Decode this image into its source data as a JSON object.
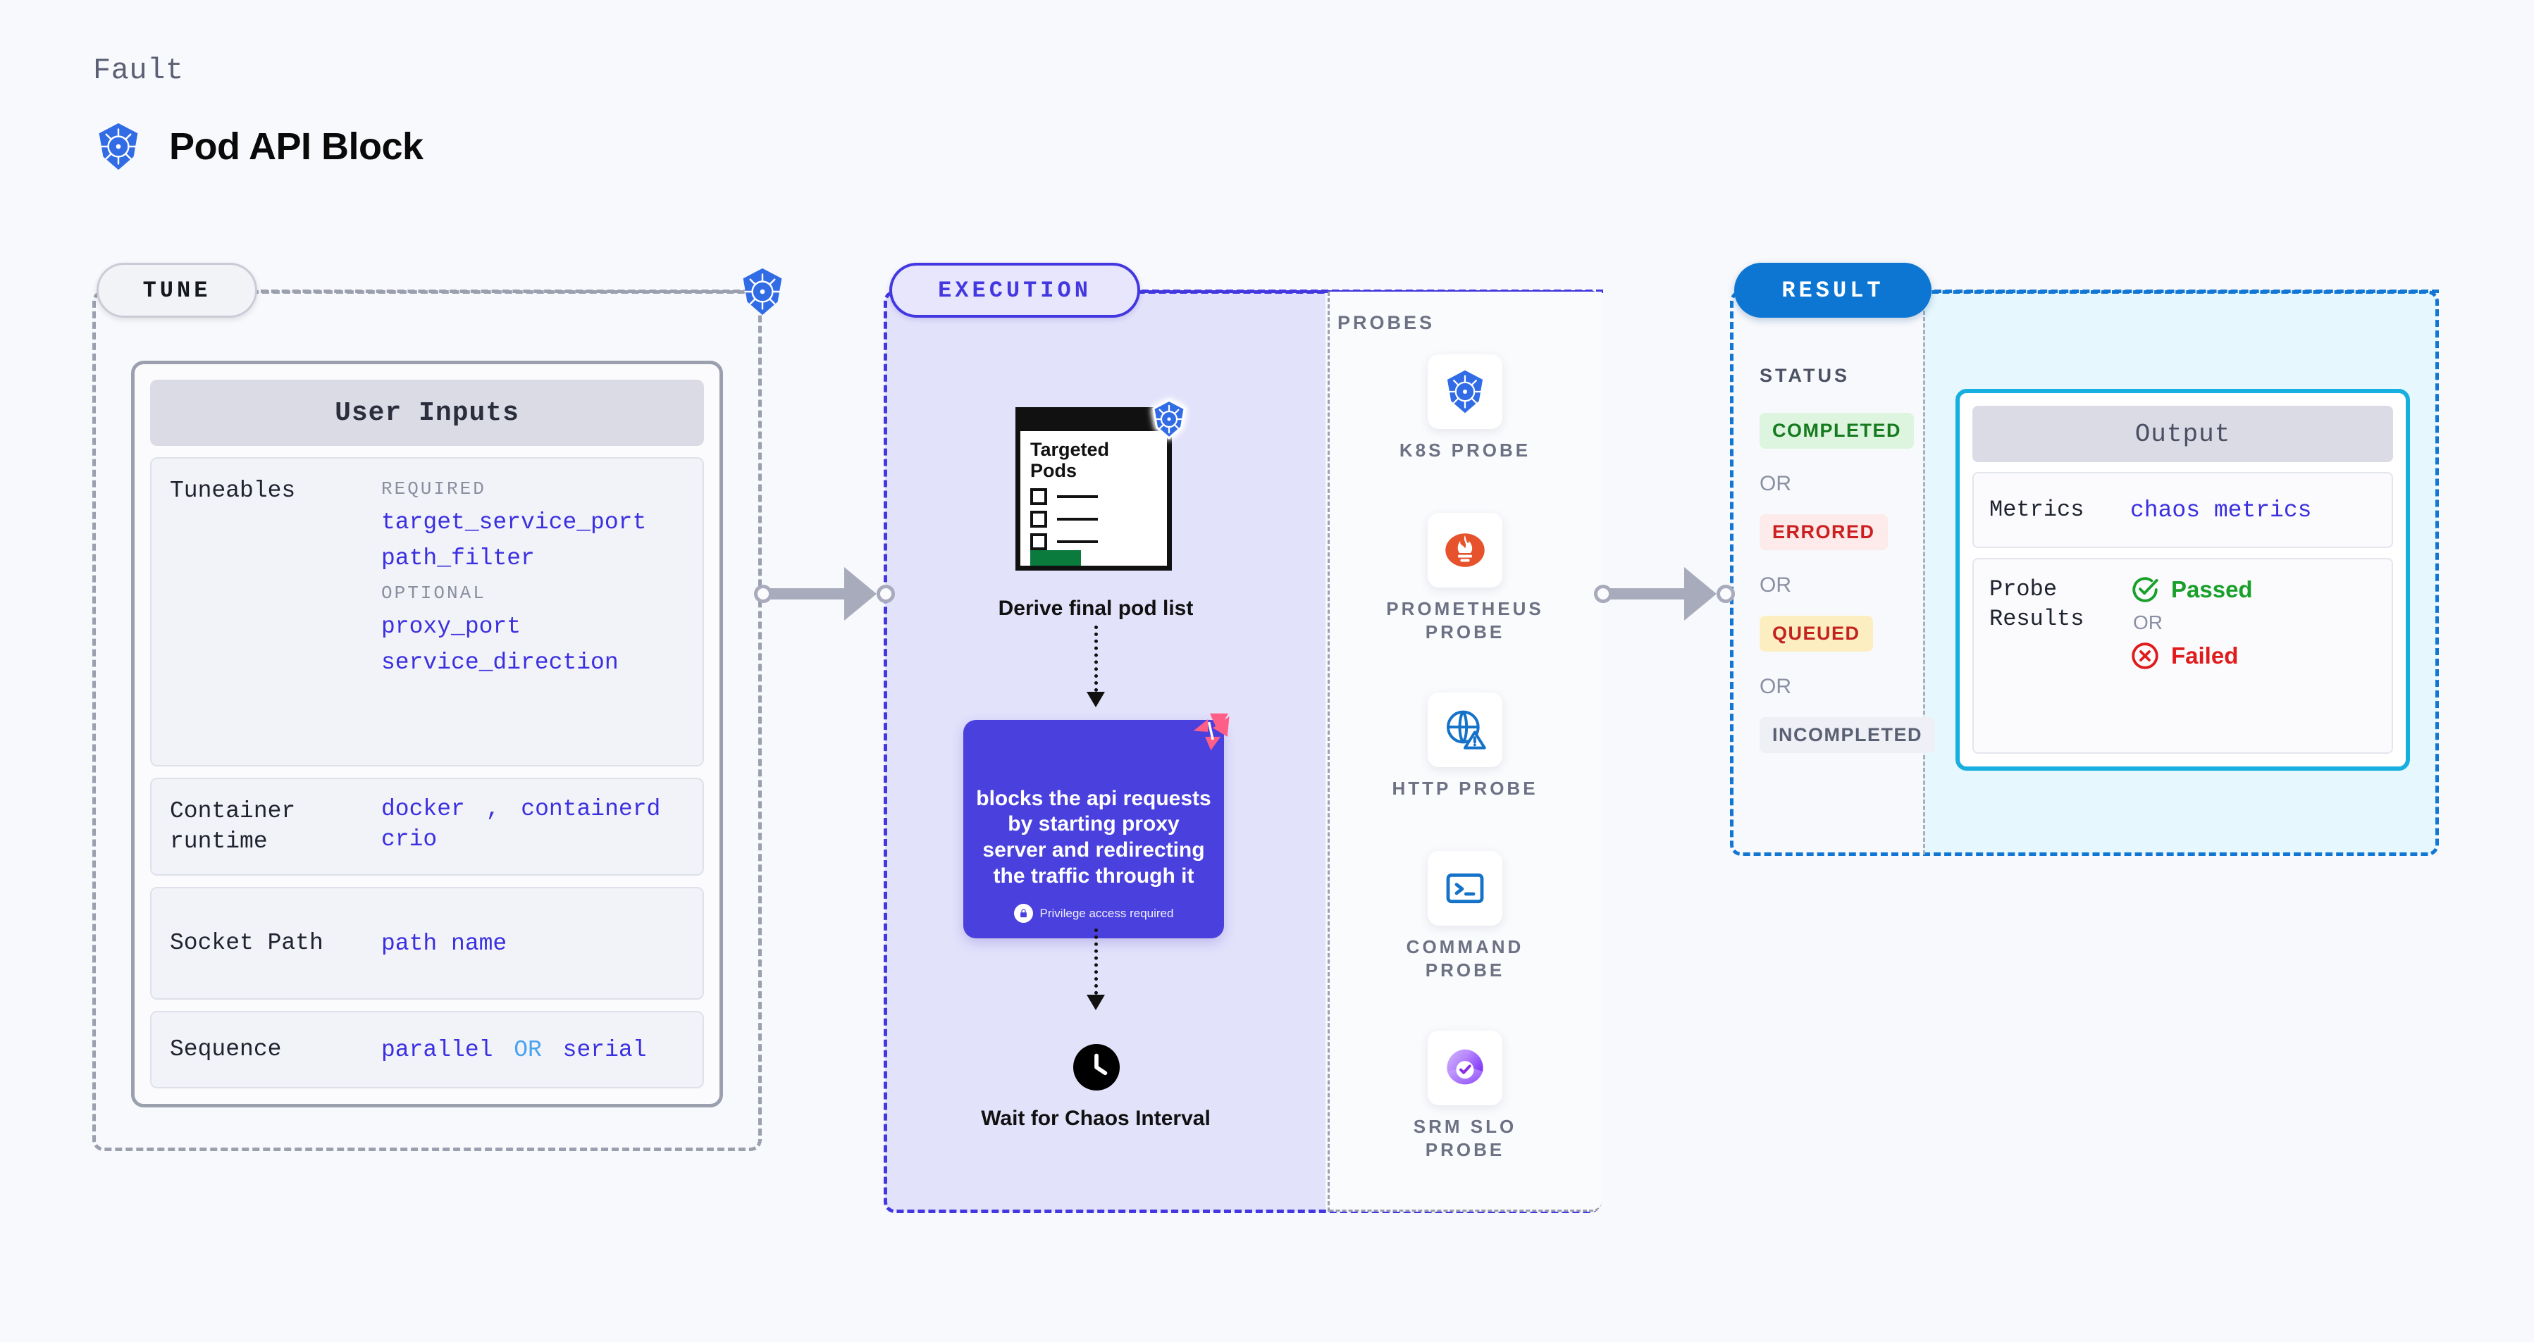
{
  "header": {
    "eyebrow": "Fault",
    "title": "Pod API Block",
    "icon": "kubernetes-icon"
  },
  "tune": {
    "pill_label": "TUNE",
    "badge_icon": "kubernetes-icon",
    "card_title": "User Inputs",
    "rows": [
      {
        "label": "Tuneables",
        "groups": [
          {
            "caption": "REQUIRED",
            "values": [
              "target_service_port",
              "path_filter"
            ]
          },
          {
            "caption": "OPTIONAL",
            "values": [
              "proxy_port",
              "service_direction"
            ]
          }
        ]
      },
      {
        "label": "Container runtime",
        "values": [
          "docker , containerd",
          "crio"
        ]
      },
      {
        "label": "Socket Path",
        "values": [
          "path name"
        ]
      },
      {
        "label": "Sequence",
        "values": [
          "parallel OR serial"
        ]
      }
    ],
    "required_caption": "REQUIRED",
    "optional_caption": "OPTIONAL",
    "tuneables_label": "Tuneables",
    "v_target_service_port": "target_service_port",
    "v_path_filter": "path_filter",
    "v_proxy_port": "proxy_port",
    "v_service_direction": "service_direction",
    "container_label": "Container runtime",
    "v_docker": "docker",
    "v_comma": ",",
    "v_containerd": "containerd",
    "v_crio": "crio",
    "socket_label": "Socket Path",
    "v_path_name": "path name",
    "sequence_label": "Sequence",
    "v_parallel": "parallel",
    "v_or": "OR",
    "v_serial": "serial"
  },
  "execution": {
    "pill_label": "EXECUTION",
    "pods_card": {
      "title": "Targeted Pods",
      "icon": "kubernetes-icon",
      "checkbox_count": 3
    },
    "derive_label": "Derive final pod list",
    "action": {
      "text": "blocks the api requests by starting proxy server and redirecting the traffic through it",
      "privilege_note": "Privilege access required",
      "badge_icon": "litmus-chaos-icon",
      "lock_icon": "lock-icon",
      "color": "#4a40dd"
    },
    "wait": {
      "icon": "clock-icon",
      "label": "Wait for Chaos Interval"
    }
  },
  "probes": {
    "title": "PROBES",
    "items": [
      {
        "name": "K8S PROBE",
        "icon": "kubernetes-icon"
      },
      {
        "name": "PROMETHEUS PROBE",
        "icon": "prometheus-icon"
      },
      {
        "name": "HTTP PROBE",
        "icon": "globe-warning-icon"
      },
      {
        "name": "COMMAND PROBE",
        "icon": "terminal-icon"
      },
      {
        "name": "SRM SLO PROBE",
        "icon": "srm-slo-icon"
      }
    ]
  },
  "result": {
    "pill_label": "RESULT",
    "status_title": "STATUS",
    "or_label": "OR",
    "statuses": [
      {
        "label": "COMPLETED",
        "bg": "#ddf5de",
        "fg": "#167a1e"
      },
      {
        "label": "ERRORED",
        "bg": "#fdeaea",
        "fg": "#cc1f1f"
      },
      {
        "label": "QUEUED",
        "bg": "#fdeec2",
        "fg": "#c2231e"
      },
      {
        "label": "INCOMPLETED",
        "bg": "#eef0f6",
        "fg": "#5a6073"
      }
    ],
    "output": {
      "title": "Output",
      "metrics_label": "Metrics",
      "metrics_value": "chaos metrics",
      "probe_results_label": "Probe Results",
      "passed_label": "Passed",
      "failed_label": "Failed",
      "or_label": "OR",
      "passed_icon": "check-circle-icon",
      "failed_icon": "x-circle-icon"
    }
  }
}
